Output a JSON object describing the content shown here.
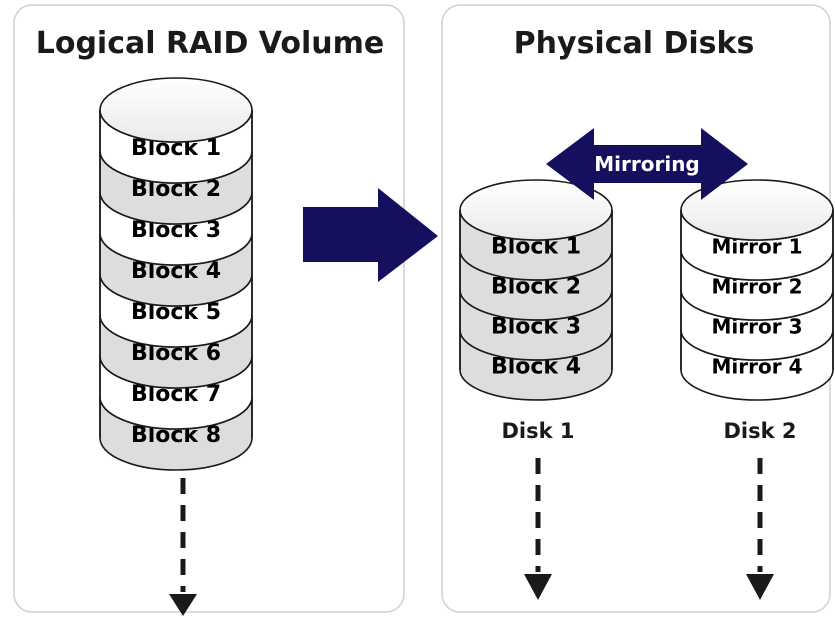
{
  "panels": {
    "left_title": "Logical RAID Volume",
    "right_title": "Physical Disks"
  },
  "logical_volume": {
    "blocks": [
      "Block 1",
      "Block 2",
      "Block 3",
      "Block 4",
      "Block 5",
      "Block 6",
      "Block 7",
      "Block 8"
    ]
  },
  "disk1": {
    "label": "Disk 1",
    "blocks": [
      "Block 1",
      "Block 2",
      "Block 3",
      "Block 4"
    ]
  },
  "disk2": {
    "label": "Disk 2",
    "blocks": [
      "Mirror 1",
      "Mirror 2",
      "Mirror 3",
      "Mirror 4"
    ]
  },
  "mirroring_label": "Mirroring",
  "colors": {
    "arrow": "#15105e",
    "band_white": "#ffffff",
    "band_gray": "#dddddd",
    "panel_border": "#cfcfcf",
    "outline": "#1a1a1a"
  }
}
